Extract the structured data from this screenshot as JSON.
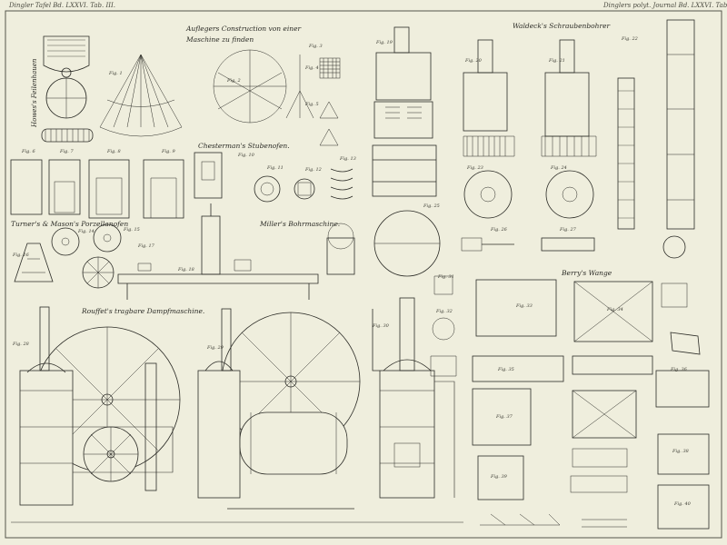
{
  "header": {
    "left": "Dingler Tafel Bd. LXXVI. Tab. III.",
    "right": "Dinglers polyt. Journal Bd. LXXVI. Tab. III."
  },
  "captions": {
    "auflegers": "Auflegers Construction von einer Maschine zu finden",
    "chesterman": "Chesterman's Stubenofen.",
    "turner": "Turner's & Mason's Porzellanofen",
    "miller": "Miller's Bohrmaschine.",
    "rouffet": "Rouffet's tragbare Dampfmaschine.",
    "waldeck": "Waldeck's Schraubenbohrer",
    "berry": "Berry's Wange",
    "howes": "Howes's Feilenhauen"
  },
  "figure_labels": [
    "Fig. 1",
    "Fig. 2",
    "Fig. 3",
    "Fig. 4",
    "Fig. 5",
    "Fig. 6",
    "Fig. 7",
    "Fig. 8",
    "Fig. 9",
    "Fig. 10",
    "Fig. 11",
    "Fig. 12",
    "Fig. 13",
    "Fig. 14",
    "Fig. 15",
    "Fig. 16",
    "Fig. 17",
    "Fig. 18",
    "Fig. 19",
    "Fig. 20",
    "Fig. 21",
    "Fig. 22",
    "Fig. 23",
    "Fig. 24",
    "Fig. 25",
    "Fig. 26",
    "Fig. 27",
    "Fig. 28",
    "Fig. 29",
    "Fig. 30",
    "Fig. 31",
    "Fig. 32",
    "Fig. 33",
    "Fig. 34",
    "Fig. 35",
    "Fig. 36",
    "Fig. 37",
    "Fig. 38",
    "Fig. 39",
    "Fig. 40"
  ]
}
